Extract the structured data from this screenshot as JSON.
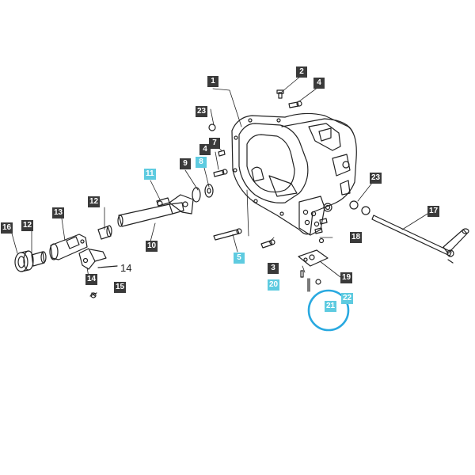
{
  "callouts": [
    {
      "id": "c1",
      "label": "1",
      "highlight": false
    },
    {
      "id": "c2",
      "label": "2",
      "highlight": false
    },
    {
      "id": "c3",
      "label": "3",
      "highlight": false
    },
    {
      "id": "c4a",
      "label": "4",
      "highlight": false
    },
    {
      "id": "c4b",
      "label": "4",
      "highlight": false
    },
    {
      "id": "c5",
      "label": "5",
      "highlight": true
    },
    {
      "id": "c7",
      "label": "7",
      "highlight": false
    },
    {
      "id": "c8",
      "label": "8",
      "highlight": true
    },
    {
      "id": "c9",
      "label": "9",
      "highlight": false
    },
    {
      "id": "c10",
      "label": "10",
      "highlight": false
    },
    {
      "id": "c11",
      "label": "11",
      "highlight": true
    },
    {
      "id": "c12a",
      "label": "12",
      "highlight": false
    },
    {
      "id": "c12b",
      "label": "12",
      "highlight": false
    },
    {
      "id": "c13",
      "label": "13",
      "highlight": false
    },
    {
      "id": "c14",
      "label": "14",
      "highlight": false
    },
    {
      "id": "c15",
      "label": "15",
      "highlight": false
    },
    {
      "id": "c16",
      "label": "16",
      "highlight": false
    },
    {
      "id": "c17",
      "label": "17",
      "highlight": false
    },
    {
      "id": "c18",
      "label": "18",
      "highlight": false
    },
    {
      "id": "c19",
      "label": "19",
      "highlight": false
    },
    {
      "id": "c20",
      "label": "20",
      "highlight": true
    },
    {
      "id": "c21",
      "label": "21",
      "highlight": true
    },
    {
      "id": "c22",
      "label": "22",
      "highlight": true
    },
    {
      "id": "c23a",
      "label": "23",
      "highlight": false
    },
    {
      "id": "c23b",
      "label": "23",
      "highlight": false
    }
  ],
  "plain_label": "14",
  "colors": {
    "callout_dark": "#3a3a3a",
    "callout_highlight": "#5ecbe0",
    "selection_ring": "#29a9e0",
    "line": "#222222"
  }
}
